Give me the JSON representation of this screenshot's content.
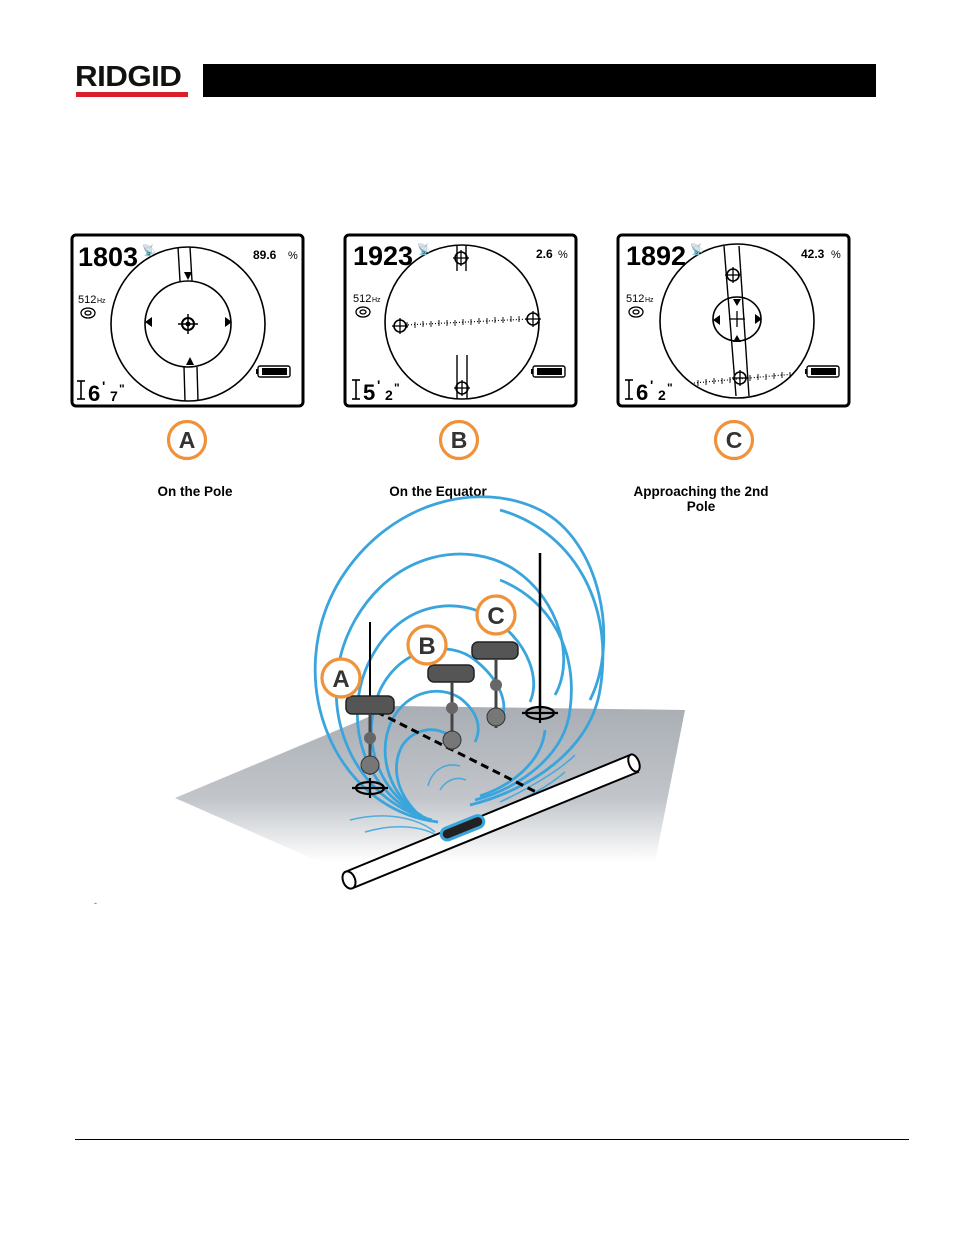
{
  "header": {
    "brand": "RIDGID",
    "brand_color": "#d9202a"
  },
  "screens": [
    {
      "id": "A",
      "freq_value": "1803",
      "percent": "89.6",
      "hz": "512",
      "depth_feet": "6",
      "depth_inches": "7",
      "caption": "On the Pole"
    },
    {
      "id": "B",
      "freq_value": "1923",
      "percent": "2.6",
      "hz": "512",
      "depth_feet": "5",
      "depth_inches": "2",
      "caption": "On the Equator"
    },
    {
      "id": "C",
      "freq_value": "1892",
      "percent": "42.3",
      "hz": "512",
      "depth_feet": "6",
      "depth_inches": "2",
      "caption_line1": "Approaching the 2nd",
      "caption_line2": "Pole"
    }
  ],
  "units": {
    "hz": "Hz",
    "percent": "%",
    "feet": "'",
    "inches": "\""
  },
  "scene": {
    "labels": [
      "A",
      "B",
      "C"
    ],
    "field_color": "#3aa5dc",
    "badge_color": "#f0923a"
  },
  "footer": {
    "mark": "-"
  }
}
